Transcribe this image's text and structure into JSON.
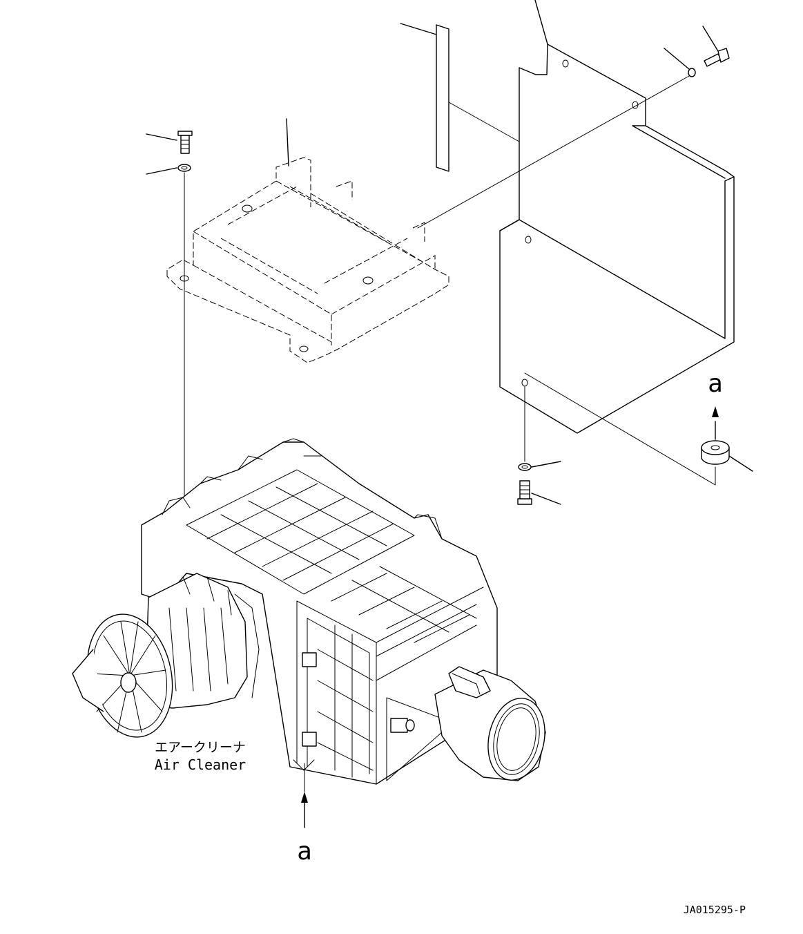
{
  "labels": {
    "component_jp": "エアークリーナ",
    "component_en": "Air Cleaner",
    "view_marker_bottom": "a",
    "view_marker_right": "a",
    "drawing_number": "JA015295-P"
  }
}
